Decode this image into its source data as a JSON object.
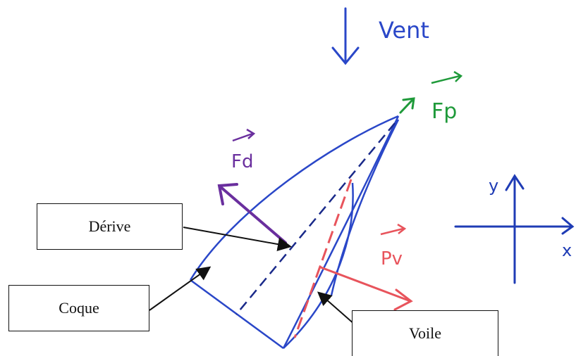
{
  "labels": {
    "vent": "Vent",
    "fp": "Fp",
    "fd": "Fd",
    "pv": "Pv",
    "axis_x": "x",
    "axis_y": "y"
  },
  "boxes": {
    "derive": "Dérive",
    "coque": "Coque",
    "voile": "Voile"
  },
  "colors": {
    "hull": "#2a47c8",
    "wind": "#2a47c8",
    "fp": "#1f9a3a",
    "fd": "#6a2f9e",
    "pv": "#e8545c",
    "axes": "#1f3cb5"
  }
}
